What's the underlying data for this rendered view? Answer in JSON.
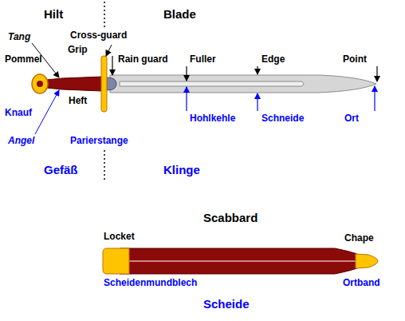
{
  "diagram": {
    "labels": [
      "Hilt",
      "Blade",
      "Tang",
      "Cross-guard",
      "Pommel",
      "Grip",
      "Rain guard",
      "Fuller",
      "Edge",
      "Point",
      "Heft",
      "Knauf",
      "Hohlkehle",
      "Schneide",
      "Ort",
      "Angel",
      "Parierstange",
      "Gefäß",
      "Klinge",
      "Scabbard",
      "Locket",
      "Chape",
      "Scheidenmundblech",
      "Ortband",
      "Scheide"
    ]
  }
}
